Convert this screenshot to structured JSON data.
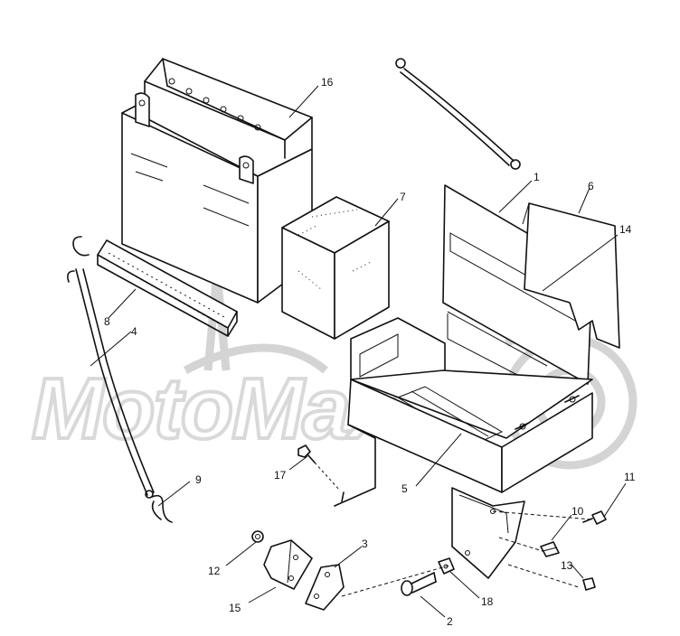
{
  "watermark": {
    "text": "MotoMax"
  },
  "callouts": [
    {
      "id": "1",
      "label": "1"
    },
    {
      "id": "2",
      "label": "2"
    },
    {
      "id": "3",
      "label": "3"
    },
    {
      "id": "4",
      "label": "4"
    },
    {
      "id": "5",
      "label": "5"
    },
    {
      "id": "6",
      "label": "6"
    },
    {
      "id": "7",
      "label": "7"
    },
    {
      "id": "8",
      "label": "8"
    },
    {
      "id": "9",
      "label": "9"
    },
    {
      "id": "10",
      "label": "10"
    },
    {
      "id": "11",
      "label": "11"
    },
    {
      "id": "12",
      "label": "12"
    },
    {
      "id": "13",
      "label": "13"
    },
    {
      "id": "14",
      "label": "14"
    },
    {
      "id": "15",
      "label": "15"
    },
    {
      "id": "16",
      "label": "16"
    },
    {
      "id": "17",
      "label": "17"
    },
    {
      "id": "18",
      "label": "18"
    }
  ]
}
